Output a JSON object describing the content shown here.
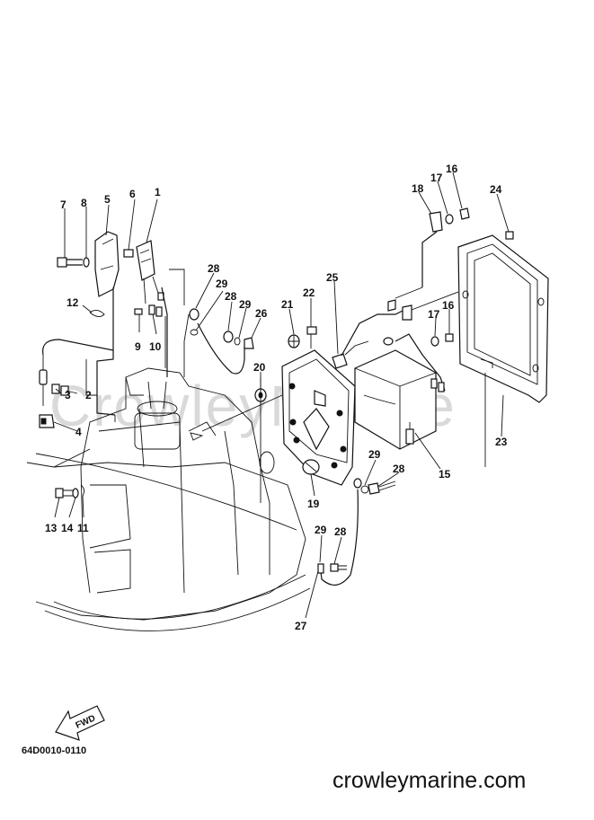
{
  "watermark": "CrowleyMarine",
  "diagram_code": "64D0010-0110",
  "site": "crowleymarine.com",
  "fwd_label": "FWD",
  "callouts": [
    {
      "id": "c1",
      "label": "1"
    },
    {
      "id": "c2",
      "label": "2"
    },
    {
      "id": "c3",
      "label": "3"
    },
    {
      "id": "c4",
      "label": "4"
    },
    {
      "id": "c5",
      "label": "5"
    },
    {
      "id": "c6",
      "label": "6"
    },
    {
      "id": "c7",
      "label": "7"
    },
    {
      "id": "c8",
      "label": "8"
    },
    {
      "id": "c9",
      "label": "9"
    },
    {
      "id": "c10",
      "label": "10"
    },
    {
      "id": "c11",
      "label": "11"
    },
    {
      "id": "c12",
      "label": "12"
    },
    {
      "id": "c13",
      "label": "13"
    },
    {
      "id": "c14",
      "label": "14"
    },
    {
      "id": "c15",
      "label": "15"
    },
    {
      "id": "c16a",
      "label": "16"
    },
    {
      "id": "c16b",
      "label": "16"
    },
    {
      "id": "c17a",
      "label": "17"
    },
    {
      "id": "c17b",
      "label": "17"
    },
    {
      "id": "c18",
      "label": "18"
    },
    {
      "id": "c19",
      "label": "19"
    },
    {
      "id": "c20",
      "label": "20"
    },
    {
      "id": "c21",
      "label": "21"
    },
    {
      "id": "c22",
      "label": "22"
    },
    {
      "id": "c23",
      "label": "23"
    },
    {
      "id": "c24",
      "label": "24"
    },
    {
      "id": "c25",
      "label": "25"
    },
    {
      "id": "c26",
      "label": "26"
    },
    {
      "id": "c27",
      "label": "27"
    },
    {
      "id": "c28a",
      "label": "28"
    },
    {
      "id": "c28b",
      "label": "28"
    },
    {
      "id": "c28c",
      "label": "28"
    },
    {
      "id": "c28d",
      "label": "28"
    },
    {
      "id": "c29a",
      "label": "29"
    },
    {
      "id": "c29b",
      "label": "29"
    },
    {
      "id": "c29c",
      "label": "29"
    },
    {
      "id": "c29d",
      "label": "29"
    }
  ]
}
